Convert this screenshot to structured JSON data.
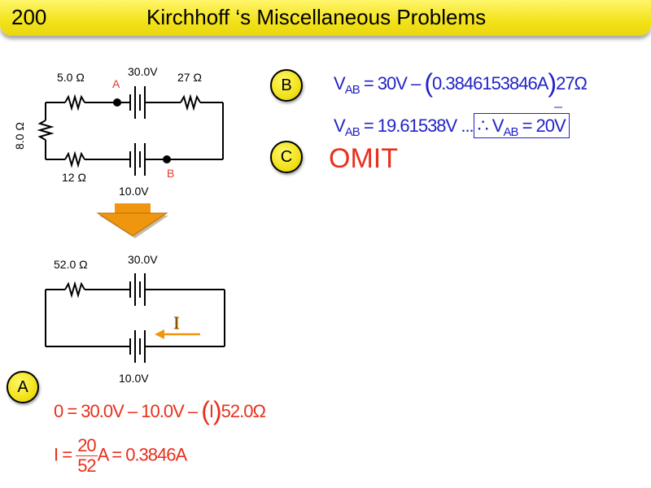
{
  "header": {
    "number": "200",
    "title": "Kirchhoff ‘s Miscellaneous Problems"
  },
  "circuit1": {
    "r_top_left": "5.0 Ω",
    "battery_top": "30.0V",
    "r_top_right": "27 Ω",
    "r_left": "8.0 Ω",
    "r_bottom_left": "12 Ω",
    "battery_bottom": "10.0V",
    "node_a": "A",
    "node_b": "B"
  },
  "circuit2": {
    "r_top": "52.0 Ω",
    "battery_top": "30.0V",
    "battery_bottom": "10.0V",
    "current": "I"
  },
  "badges": {
    "a": "A",
    "b": "B",
    "c": "C"
  },
  "eq_b1": {
    "v": "V",
    "sub": "AB",
    "rhs1": " = 30V – ",
    "paren_l": "(",
    "mid": "0.3846153846A",
    "paren_r": ")",
    "rhs2": "27Ω"
  },
  "eq_b2": {
    "v": "V",
    "sub": "AB",
    "rhs": " = 19.61538V",
    "dots": " ...",
    "therefore": "∴ V",
    "sub2": "AB",
    "rhs2": " = 20V"
  },
  "omit": "OMIT",
  "eq_a1": {
    "lhs": "0 = 30.0V – 10.0V – ",
    "paren_l": "(",
    "mid": "I",
    "paren_r": ")",
    "rhs": "52.0Ω"
  },
  "eq_a2": {
    "lhs": "I = ",
    "num": "20",
    "den": "52",
    "rhs": "A = 0.3846A"
  },
  "colors": {
    "header": "#f2e21a",
    "blue_eq": "#2323c8",
    "red_eq": "#e8301c",
    "arrow": "#f0950e"
  }
}
